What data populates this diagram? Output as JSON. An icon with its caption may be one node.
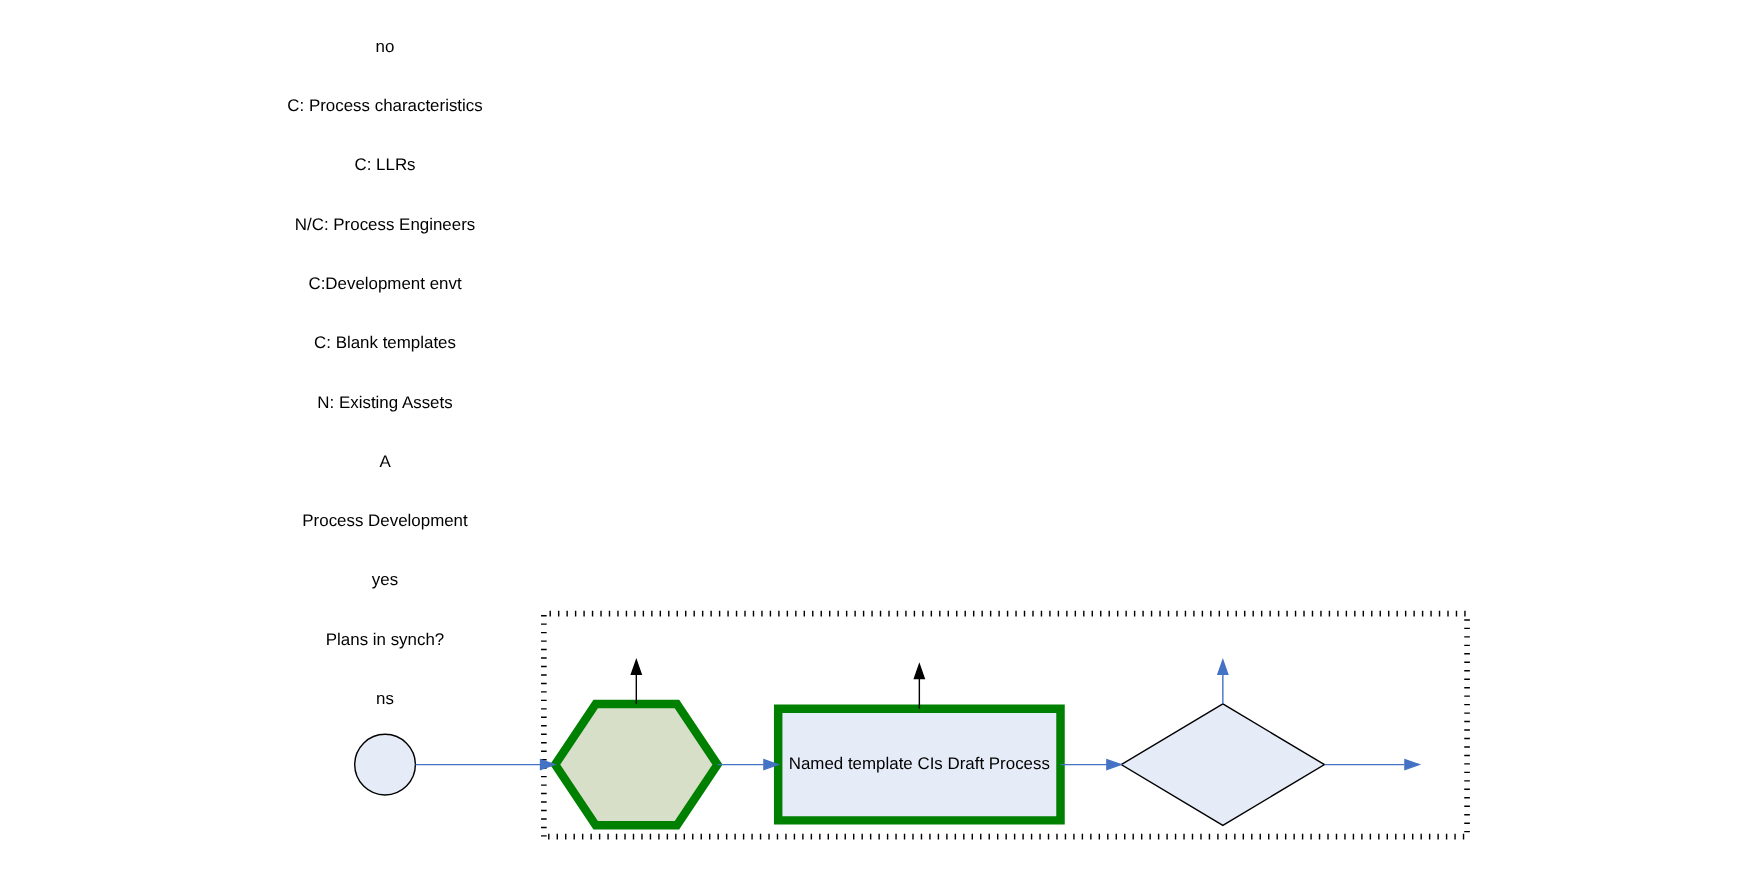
{
  "diagram": {
    "nodes": [
      {
        "text": [],
        "shape": "box"
      },
      {
        "text": [],
        "shape": "circle"
      },
      {
        "text": [],
        "shape": "hexagon",
        "in": 0
      },
      {
        "text": [
          "Named template CIs Draft Process"
        ],
        "in": 0
      },
      {
        "text": [],
        "shape": "diamond",
        "in": 0
      }
    ],
    "edges": [
      {
        "from": 1,
        "to": 2,
        "arrow": "to"
      },
      {
        "from": 2,
        "to": 3,
        "arrow": "to"
      },
      {
        "from": 2,
        "to": null,
        "arrow": "to",
        "color": "#000000"
      },
      {
        "from": 3,
        "to": 4,
        "arrow": "to"
      },
      {
        "from": 3,
        "to": null,
        "arrow": "to",
        "color": "#000000"
      },
      {
        "from": 4,
        "to": null,
        "arrow": "to"
      },
      {
        "from": 4,
        "to": null,
        "arrow": "to"
      }
    ],
    "labels": [
      "ns",
      "Plans in synch?",
      "yes",
      "Process Development",
      "A",
      "N: Existing Assets",
      "C: Blank templates",
      "C:Development envt",
      "N/C: Process Engineers",
      "C: LLRs",
      "C: Process characteristics",
      "no"
    ]
  }
}
